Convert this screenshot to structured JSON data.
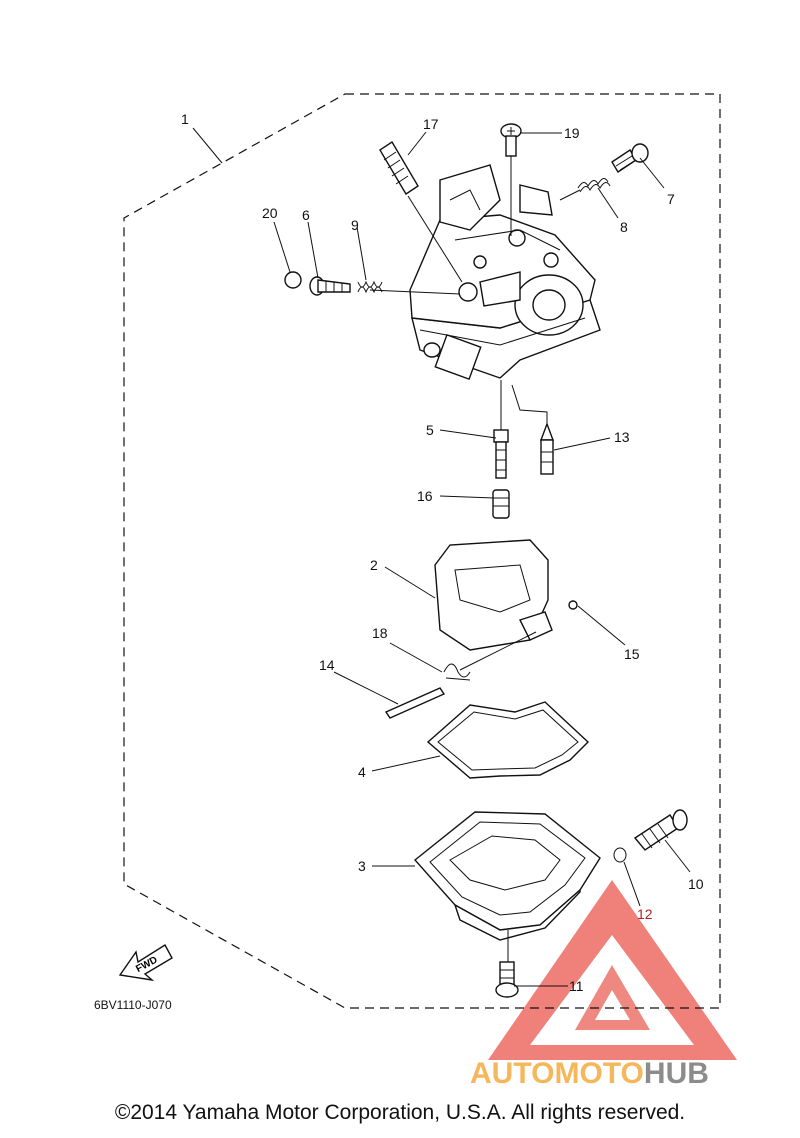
{
  "diagram": {
    "catalog_code": "6BV1110-J070",
    "fwd_label": "FWD",
    "copyright": "©2014 Yamaha Motor Corporation, U.S.A. All rights reserved.",
    "watermark": {
      "text_a": "AUTOMOTO",
      "text_b": "HUB",
      "color_a": "#f6b65a",
      "color_b": "#8c8c8c",
      "mark_color": "#e8453c"
    },
    "callouts": {
      "c1": "1",
      "c2": "2",
      "c3": "3",
      "c4": "4",
      "c5": "5",
      "c6": "6",
      "c7": "7",
      "c8": "8",
      "c9": "9",
      "c10": "10",
      "c11": "11",
      "c12": "12",
      "c13": "13",
      "c14": "14",
      "c15": "15",
      "c16": "16",
      "c17": "17",
      "c18": "18",
      "c19": "19",
      "c20": "20"
    }
  }
}
